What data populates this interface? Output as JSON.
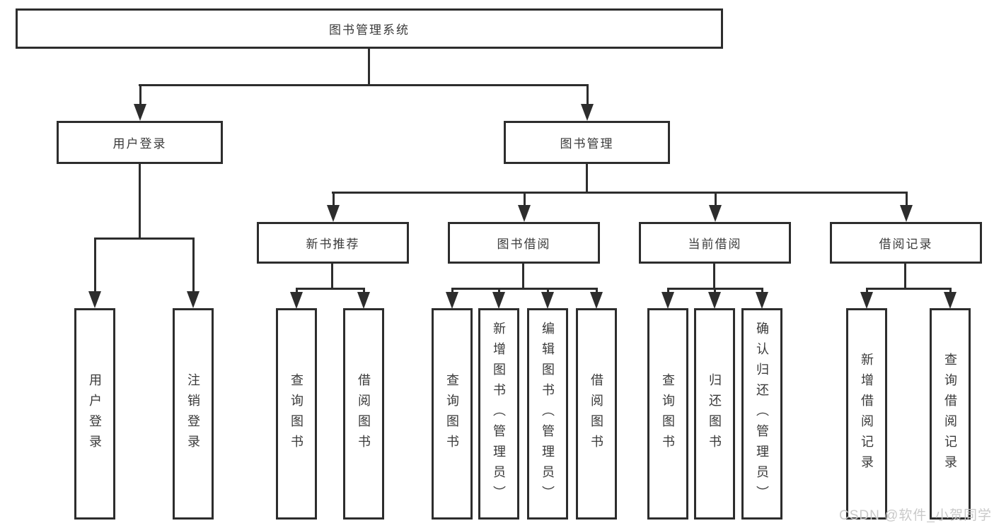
{
  "diagram": {
    "tree": {
      "label": "图书管理系统",
      "children": [
        {
          "label": "用户登录",
          "children": [
            {
              "label": "用户登录"
            },
            {
              "label": "注销登录"
            }
          ]
        },
        {
          "label": "图书管理",
          "children": [
            {
              "label": "新书推荐",
              "children": [
                {
                  "label": "查询图书"
                },
                {
                  "label": "借阅图书"
                }
              ]
            },
            {
              "label": "图书借阅",
              "children": [
                {
                  "label": "查询图书"
                },
                {
                  "label": "新增图书（管理员）"
                },
                {
                  "label": "编辑图书（管理员）"
                },
                {
                  "label": "借阅图书"
                }
              ]
            },
            {
              "label": "当前借阅",
              "children": [
                {
                  "label": "查询图书"
                },
                {
                  "label": "归还图书"
                },
                {
                  "label": "确认归还（管理员）"
                }
              ]
            },
            {
              "label": "借阅记录",
              "children": [
                {
                  "label": "新增借阅记录"
                },
                {
                  "label": "查询借阅记录"
                }
              ]
            }
          ]
        }
      ]
    },
    "colors": {
      "line": "#2d2d2d",
      "text": "#3a3a3a",
      "background": "#ffffff",
      "watermark": "#c9c9c9"
    }
  },
  "watermark": {
    "text": "CSDN @软件_小贺同学"
  }
}
